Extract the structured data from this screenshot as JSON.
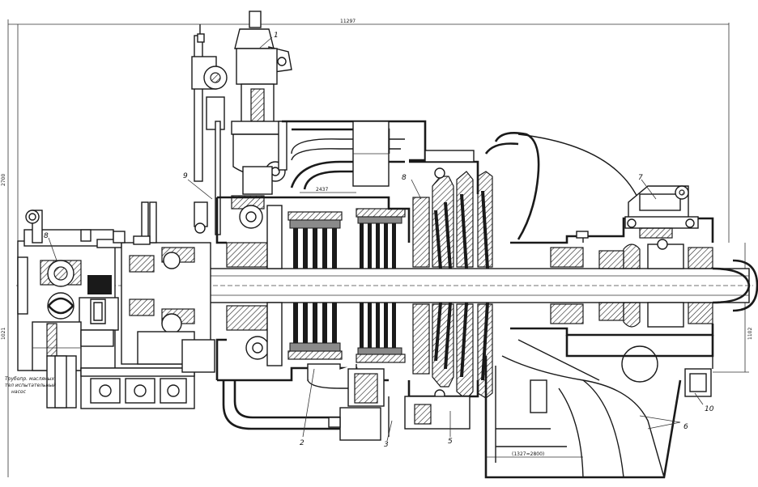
{
  "figure": {
    "overall_length": "11297",
    "height_top": "2700",
    "height_bottom": "1021",
    "right_height": "1102",
    "casing_height": "2437",
    "base_dimension": "(1327=2800)",
    "note_lines": [
      "Трубопр. масляных",
      "тел испытательный",
      "насос"
    ]
  },
  "labels": {
    "l1": "1",
    "l2": "2",
    "l3": "3",
    "l5": "5",
    "l6": "6",
    "l7": "7",
    "l8": "8",
    "l9": "9",
    "l10": "10"
  }
}
